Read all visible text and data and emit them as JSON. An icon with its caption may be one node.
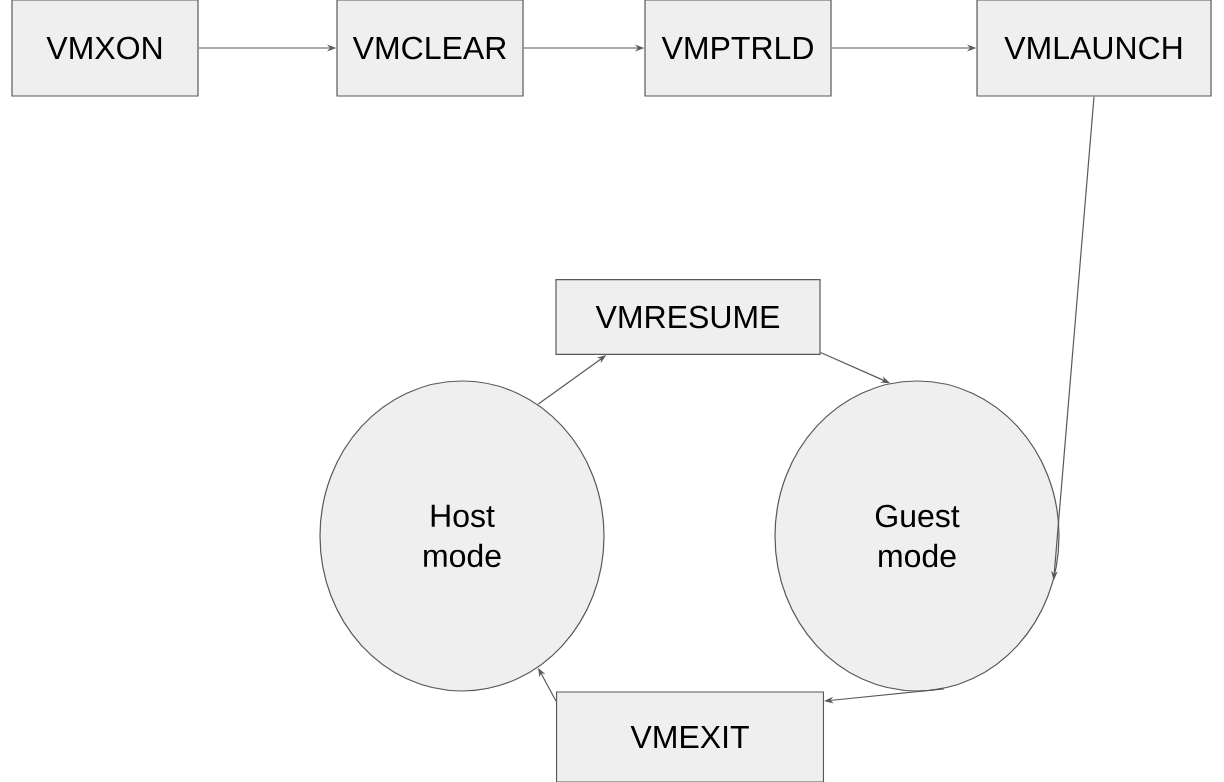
{
  "diagram": {
    "nodes": [
      {
        "text": [
          "VMXON"
        ]
      },
      {
        "text": [
          "VMCLEAR"
        ]
      },
      {
        "text": [
          "VMPTRLD"
        ]
      },
      {
        "text": [
          "VMLAUNCH"
        ]
      },
      {
        "text": [
          "VMRESUME"
        ]
      },
      {
        "text": [
          "Host mode"
        ]
      },
      {
        "text": [
          "Guest mode"
        ]
      },
      {
        "text": [
          "VMEXIT"
        ]
      }
    ],
    "edges": [
      {
        "from": 0,
        "to": 1,
        "arrow": "to"
      },
      {
        "from": 1,
        "to": 2,
        "arrow": "to"
      },
      {
        "from": 2,
        "to": 3,
        "arrow": "to"
      },
      {
        "from": 3,
        "to": 6,
        "arrow": "to"
      },
      {
        "from": 5,
        "to": 4,
        "arrow": "to"
      },
      {
        "from": 4,
        "to": 6,
        "arrow": "to"
      },
      {
        "from": 6,
        "to": 7,
        "arrow": "to"
      },
      {
        "from": 7,
        "to": 5,
        "arrow": "to"
      }
    ]
  }
}
